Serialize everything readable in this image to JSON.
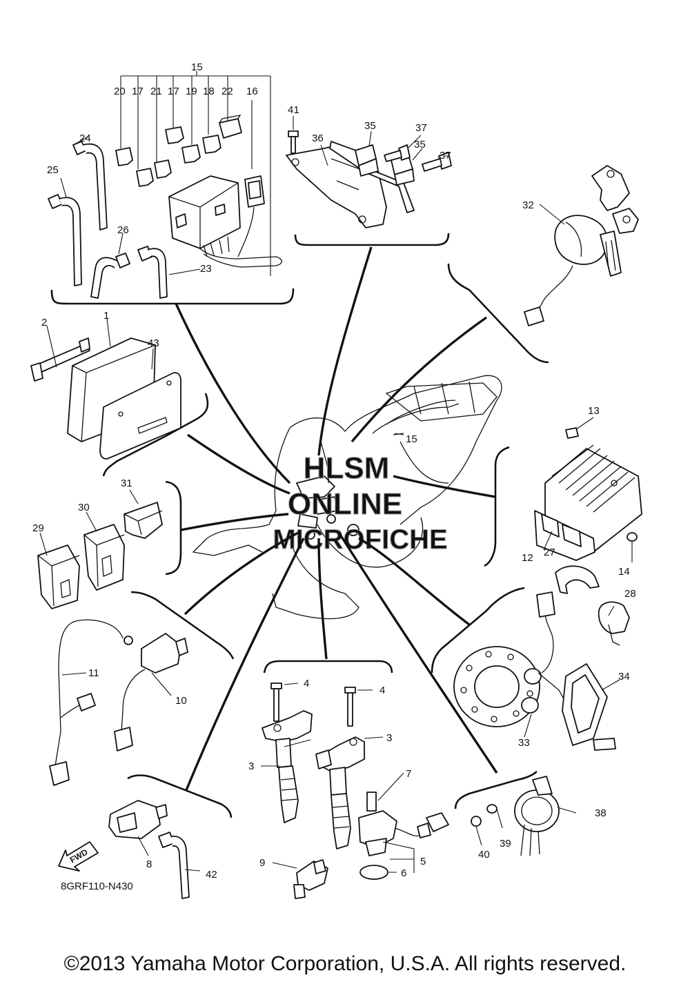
{
  "diagram_code": "8GRF110-N430",
  "fwd_label": "FWD",
  "watermark": [
    "HLSM",
    "ONLINE",
    "MICROFICHE"
  ],
  "copyright": "©2013 Yamaha Motor Corporation, U.S.A. All rights reserved.",
  "callouts": {
    "n1": "1",
    "n2": "2",
    "n3a": "3",
    "n3b": "3",
    "n4a": "4",
    "n4b": "4",
    "n5": "5",
    "n6": "6",
    "n7": "7",
    "n8": "8",
    "n9": "9",
    "n10": "10",
    "n11": "11",
    "n12": "12",
    "n13": "13",
    "n14": "14",
    "n15a": "15",
    "n15b": "15",
    "n16": "16",
    "n17a": "17",
    "n17b": "17",
    "n18": "18",
    "n19": "19",
    "n20": "20",
    "n21": "21",
    "n22": "22",
    "n23": "23",
    "n24": "24",
    "n25": "25",
    "n26": "26",
    "n27": "27",
    "n28": "28",
    "n29": "29",
    "n30": "30",
    "n31": "31",
    "n32": "32",
    "n33": "33",
    "n34": "34",
    "n35a": "35",
    "n35b": "35",
    "n36": "36",
    "n37a": "37",
    "n37b": "37",
    "n38": "38",
    "n39": "39",
    "n40": "40",
    "n41": "41",
    "n42": "42",
    "n43": "43"
  }
}
